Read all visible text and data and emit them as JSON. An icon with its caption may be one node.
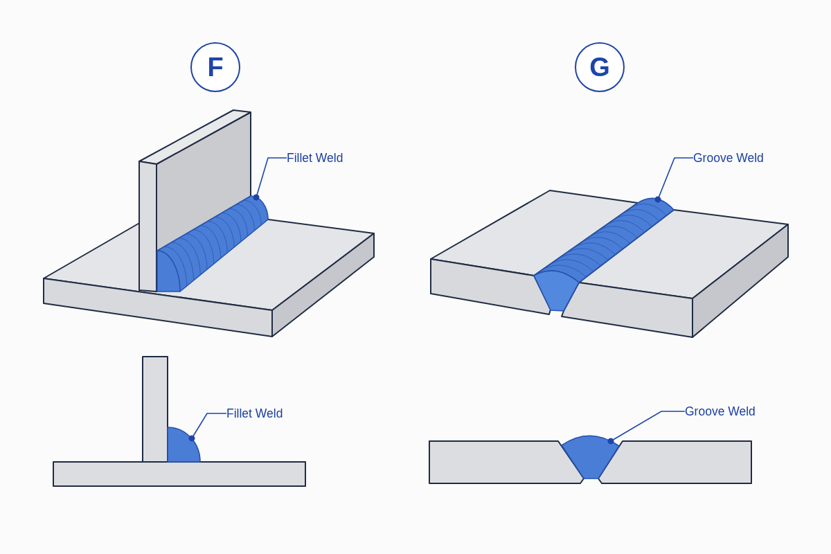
{
  "diagram": {
    "nodes": [
      {
        "text": [
          "F"
        ]
      },
      {
        "text": [
          "G"
        ]
      },
      {
        "text": [
          "Fillet Weld"
        ]
      },
      {
        "text": [],
        "shape": "picture"
      },
      {
        "text": [
          "Groove Weld"
        ]
      },
      {
        "text": [],
        "shape": "picture"
      },
      {
        "text": [
          "Fillet Weld"
        ]
      },
      {
        "text": [],
        "shape": "sector"
      },
      {
        "text": [
          "Groove Weld"
        ]
      },
      {
        "text": [],
        "shape": "picture"
      }
    ],
    "edges": [
      {
        "from": 2,
        "to": 3,
        "arrow": "other"
      },
      {
        "from": 4,
        "to": 5,
        "arrow": "other"
      },
      {
        "from": 6,
        "to": 7,
        "arrow": "other"
      },
      {
        "from": 8,
        "to": 9,
        "arrow": "other"
      }
    ]
  }
}
